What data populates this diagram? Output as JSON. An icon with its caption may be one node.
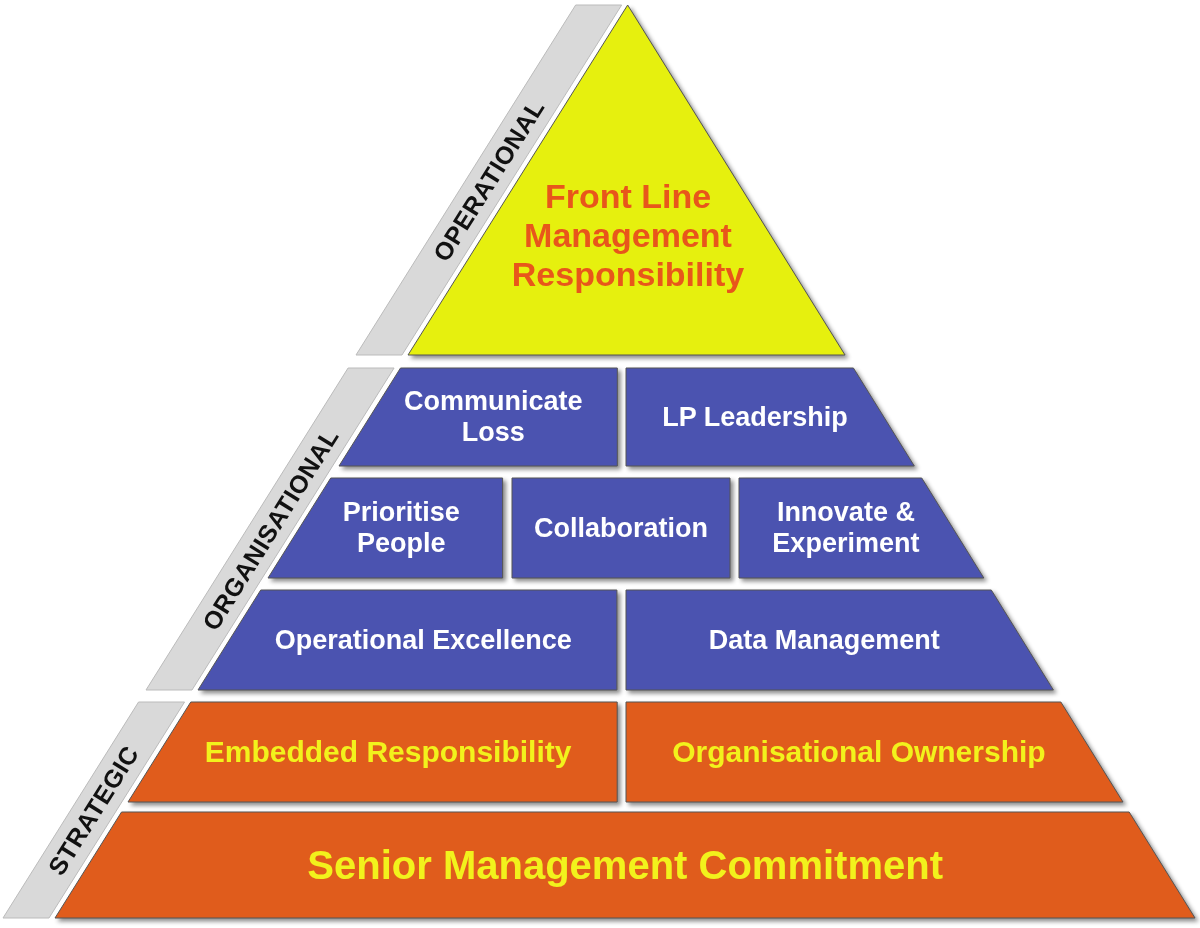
{
  "diagram": {
    "nodes": [
      {
        "text": [
          "OPERATIONAL"
        ]
      },
      {
        "text": [
          "Front Line Management Responsibility"
        ]
      },
      {
        "text": [
          "ORGANISATIONAL"
        ]
      },
      {
        "text": [
          "Communicate Loss"
        ]
      },
      {
        "text": [
          "LP Leadership"
        ]
      },
      {
        "text": [
          "Prioritise People"
        ]
      },
      {
        "text": [
          "Collaboration"
        ]
      },
      {
        "text": [
          "Innovate & Experiment"
        ]
      },
      {
        "text": [
          "Operational Excellence"
        ]
      },
      {
        "text": [
          "Data Management"
        ]
      },
      {
        "text": [
          "STRATEGIC"
        ]
      },
      {
        "text": [
          "Embedded Responsibility"
        ]
      },
      {
        "text": [
          "Organisational Ownership"
        ]
      },
      {
        "text": [
          "Senior Management Commitment"
        ]
      }
    ]
  }
}
